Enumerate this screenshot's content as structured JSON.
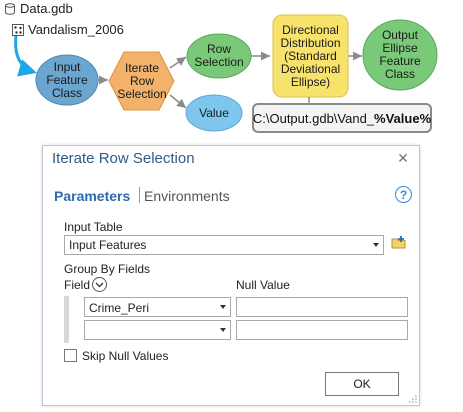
{
  "tree": {
    "database": "Data.gdb",
    "feature_class": "Vandalism_2006"
  },
  "model": {
    "input_node": "Input\nFeature\nClass",
    "iterate_node": "Iterate\nRow\nSelection",
    "row_selection_node": "Row\nSelection",
    "value_node": "Value",
    "directional_node": "Directional\nDistribution\n(Standard\nDeviational\nEllipse)",
    "output_node": "Output\nEllipse\nFeature\nClass",
    "output_path_prefix": "C:\\Output.gdb\\Vand_",
    "output_path_var": "%Value%",
    "colors": {
      "input": "#6aa6cf",
      "iterate": "#f2b26b",
      "row_selection": "#79c979",
      "value": "#7fc6ee",
      "directional": "#f7e36c",
      "output": "#79c979"
    }
  },
  "dialog": {
    "title": "Iterate Row Selection",
    "close_glyph": "✕",
    "tab_parameters": "Parameters",
    "tab_environments": "Environments",
    "help_glyph": "?",
    "input_table_label": "Input Table",
    "input_table_value": "Input Features",
    "group_by_label": "Group By Fields",
    "field_header": "Field",
    "null_value_header": "Null Value",
    "rows": [
      {
        "field": "Crime_Peri",
        "null_value": ""
      },
      {
        "field": "",
        "null_value": ""
      }
    ],
    "skip_null_label": "Skip Null Values",
    "skip_null_checked": false,
    "ok_label": "OK"
  }
}
